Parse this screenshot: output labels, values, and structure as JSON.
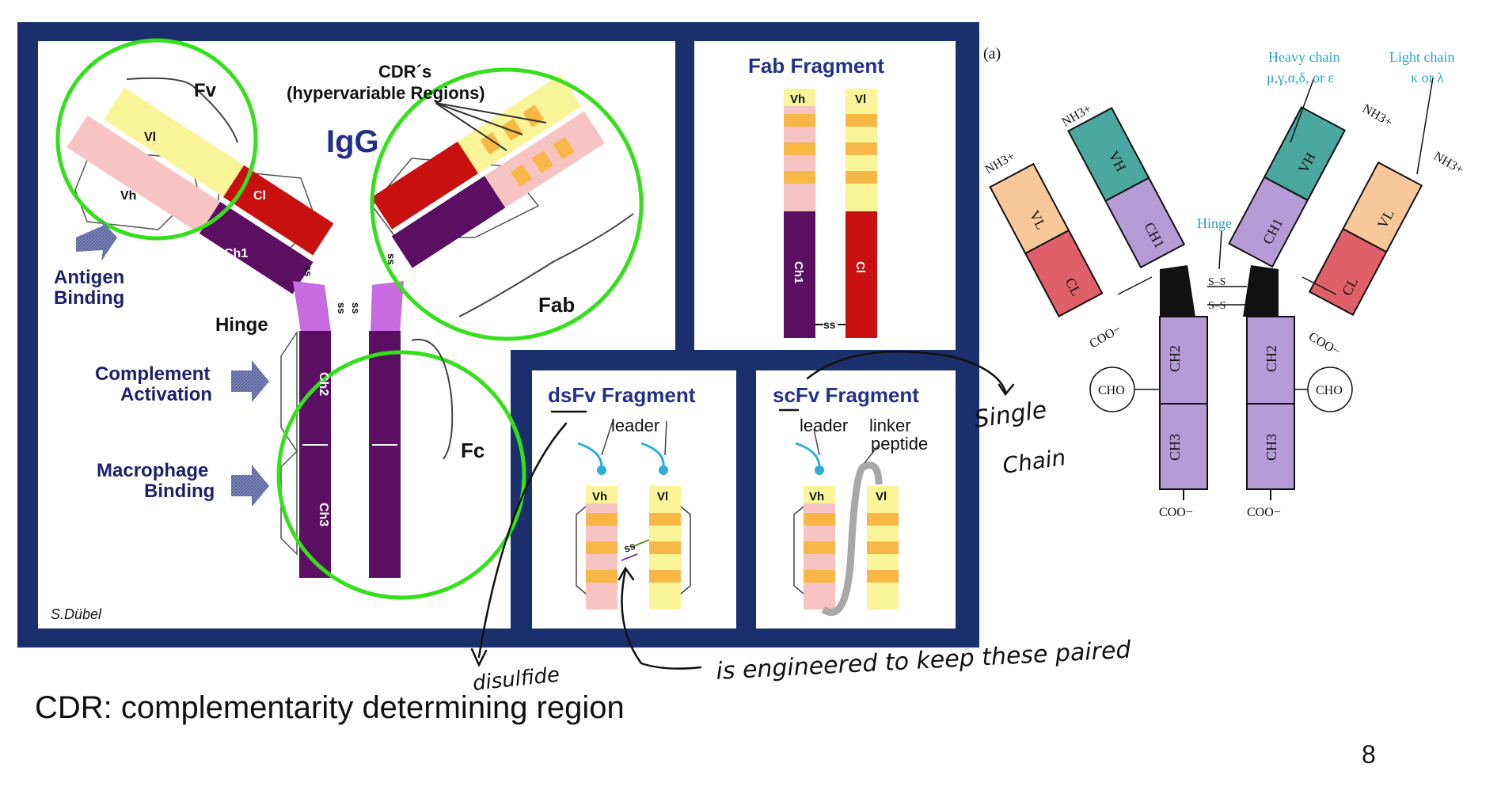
{
  "igg_panel": {
    "title": "IgG",
    "cdr_label_line1": "CDR´s",
    "cdr_label_line2": "(hypervariable Regions)",
    "fv_label": "Fv",
    "fab_label": "Fab",
    "fc_label": "Fc",
    "hinge_label": "Hinge",
    "vl": "Vl",
    "vh": "Vh",
    "cl": "Cl",
    "ch1": "Ch1",
    "ch2": "Ch2",
    "ch3": "Ch3",
    "ss": "ss",
    "antigen_line1": "Antigen",
    "antigen_line2": "Binding",
    "complement_line1": "Complement",
    "complement_line2": "Activation",
    "macrophage_line1": "Macrophage",
    "macrophage_line2": "Binding",
    "credit": "S.Dübel"
  },
  "fab_panel": {
    "title": "Fab Fragment",
    "vh": "Vh",
    "vl": "Vl",
    "ch1": "Ch1",
    "cl": "Cl",
    "ss": "ss"
  },
  "dsfv_panel": {
    "title": "dsFv Fragment",
    "leader": "leader",
    "vh": "Vh",
    "vl": "Vl",
    "ss": "ss"
  },
  "scfv_panel": {
    "title": "scFv Fragment",
    "leader": "leader",
    "linker_line1": "linker",
    "linker_line2": "peptide",
    "vh": "Vh",
    "vl": "Vl"
  },
  "structure_panel": {
    "panel_letter": "(a)",
    "heavy_chain_line1": "Heavy chain",
    "heavy_chain_line2": "μ,γ,α,δ, or ε",
    "light_chain_line1": "Light chain",
    "light_chain_line2": "κ or λ",
    "hinge": "Hinge",
    "vl": "VL",
    "vh": "VH",
    "cl": "CL",
    "ch1": "CH1",
    "ch2": "CH2",
    "ch3": "CH3",
    "nh3": "NH3+",
    "coo": "COO−",
    "cho": "CHO",
    "ss": "S–S"
  },
  "annotations": {
    "single_line1": "Single",
    "single_line2": "Chain",
    "disulfide": "disulfide",
    "engineered": "is engineered to keep these paired"
  },
  "caption": "CDR: complementarity determining region",
  "page_number": "8",
  "colors": {
    "frame_navy": "#1a2f6b",
    "heavy_purple": "#5a0f63",
    "light_red": "#c8100f",
    "hinge_magenta": "#c66be0",
    "vl_yellow": "#fbf59a",
    "vh_pink": "#f7c3c3",
    "cdr_orange": "#f7b847",
    "circle_green": "#33e01a",
    "teal": "#4aa8a0",
    "lavender": "#b59cd6",
    "peach": "#f9c89a",
    "salmon": "#e0606a"
  }
}
